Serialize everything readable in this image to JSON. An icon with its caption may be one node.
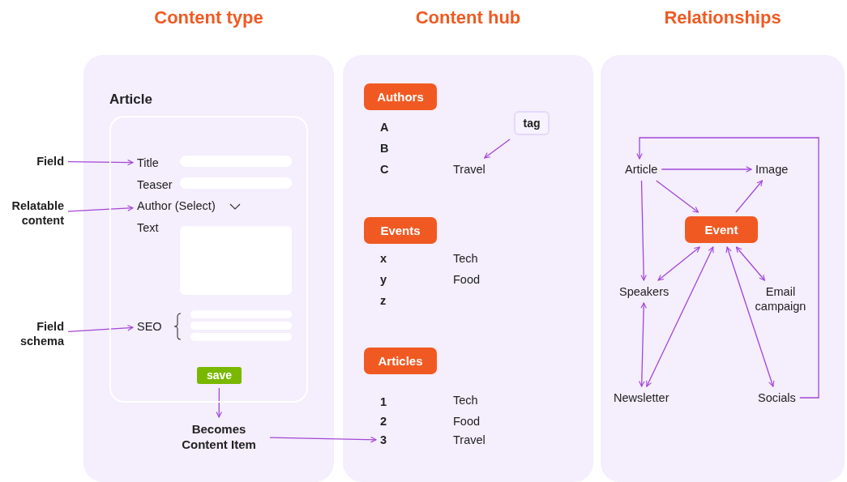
{
  "diagram": {
    "nodes": [
      {
        "text": [
          "Content type"
        ]
      },
      {
        "text": [
          "Article"
        ],
        "in": 0
      },
      {
        "text": [
          "Title"
        ],
        "in": 1
      },
      {
        "text": [
          "Author (Select)"
        ],
        "in": 1
      },
      {
        "text": [
          "SEO"
        ],
        "in": 1
      },
      {
        "text": [
          "save"
        ],
        "in": 1
      },
      {
        "text": [
          "Field"
        ]
      },
      {
        "text": [
          "Relatable content"
        ]
      },
      {
        "text": [
          "Field schema"
        ]
      },
      {
        "text": [
          "Becomes Content Item"
        ],
        "in": 0
      },
      {
        "text": [
          "Content hub"
        ]
      },
      {
        "text": [
          "Authors"
        ],
        "in": 10
      },
      {
        "text": [
          "Events"
        ],
        "in": 10
      },
      {
        "text": [
          "Articles"
        ],
        "in": 10
      },
      {
        "text": [
          "tag"
        ],
        "in": 10
      },
      {
        "text": [
          "Travel"
        ],
        "in": 10
      },
      {
        "text": [
          "3"
        ],
        "in": 10
      },
      {
        "text": [
          "Relationships"
        ]
      },
      {
        "text": [
          "Article"
        ],
        "in": 17
      },
      {
        "text": [
          "Image"
        ],
        "in": 17
      },
      {
        "text": [
          "Event"
        ],
        "in": 17
      },
      {
        "text": [
          "Speakers"
        ],
        "in": 17
      },
      {
        "text": [
          "Email campaign"
        ],
        "in": 17
      },
      {
        "text": [
          "Newsletter"
        ],
        "in": 17
      },
      {
        "text": [
          "Socials"
        ],
        "in": 17
      }
    ],
    "edges": [
      {
        "from": 6,
        "to": 2,
        "arrow": "to"
      },
      {
        "from": 7,
        "to": 3,
        "arrow": "to"
      },
      {
        "from": 8,
        "to": 4,
        "arrow": "to"
      },
      {
        "from": 5,
        "to": 9,
        "arrow": "to"
      },
      {
        "from": 9,
        "to": 16,
        "arrow": "to"
      },
      {
        "from": 14,
        "to": 15,
        "arrow": "to"
      },
      {
        "from": 18,
        "to": 19,
        "arrow": "to"
      },
      {
        "from": 18,
        "to": 20,
        "arrow": "to"
      },
      {
        "from": 20,
        "to": 19,
        "arrow": "to"
      },
      {
        "from": 18,
        "to": 21,
        "arrow": "to"
      },
      {
        "from": 21,
        "to": 20,
        "arrow": "both"
      },
      {
        "from": 20,
        "to": 22,
        "arrow": "both"
      },
      {
        "from": 20,
        "to": 23,
        "arrow": "both"
      },
      {
        "from": 20,
        "to": 24,
        "arrow": "both"
      },
      {
        "from": 21,
        "to": 23,
        "arrow": "both"
      },
      {
        "from": 24,
        "to": 18,
        "arrow": "to"
      }
    ],
    "labels": [
      "Teaser",
      "Text",
      "A",
      "B",
      "C",
      "x",
      "Tech",
      "y",
      "Food",
      "z",
      "1",
      "Tech",
      "2",
      "Food",
      "Travel"
    ]
  }
}
